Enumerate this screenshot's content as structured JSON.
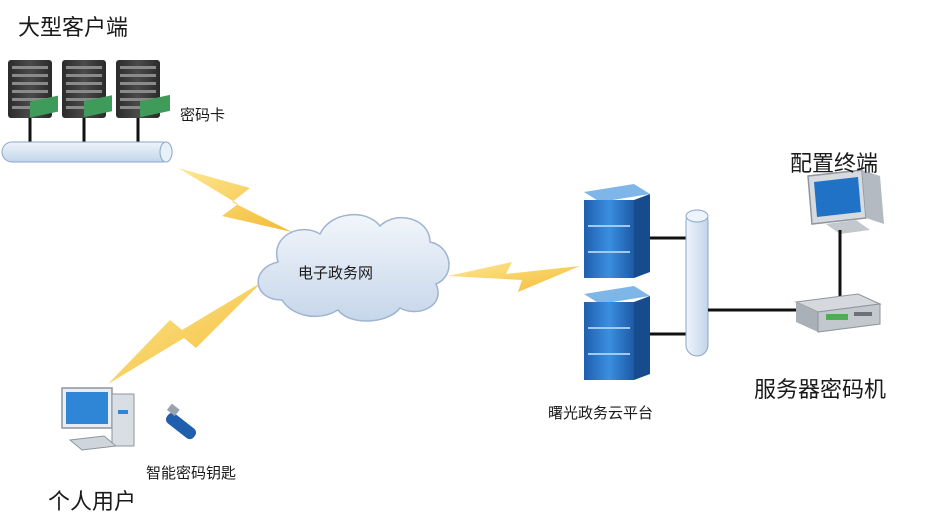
{
  "labels": {
    "large_client": "大型客户端",
    "crypto_card": "密码卡",
    "config_terminal": "配置终端",
    "gov_network": "电子政务网",
    "cloud_platform": "曙光政务云平台",
    "server_crypto_machine": "服务器密码机",
    "smart_key": "智能密码钥匙",
    "personal_user": "个人用户"
  },
  "colors": {
    "lightning": "#f6c437",
    "server_blue": "#2f7fd0",
    "pipe_fill": "#dce8f5",
    "cloud_fill": "#dbe6f3"
  }
}
